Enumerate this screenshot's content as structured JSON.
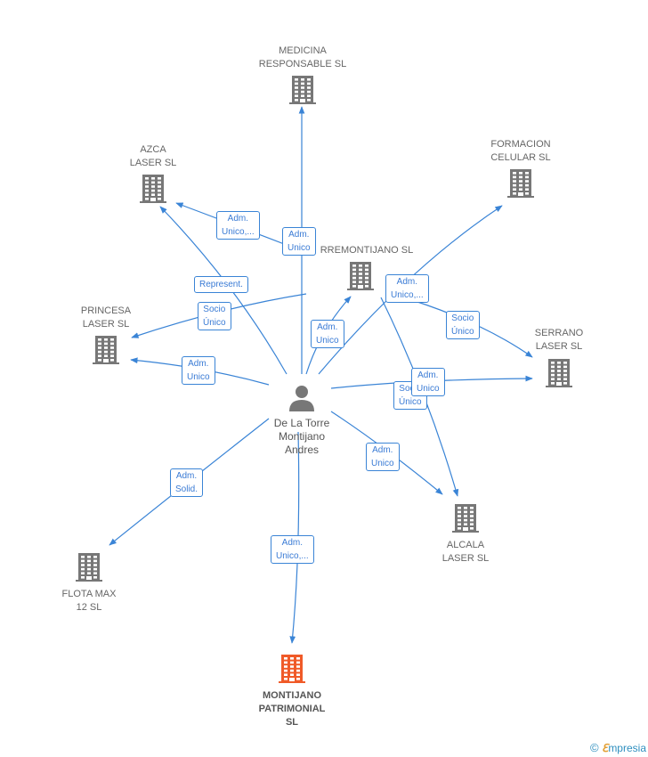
{
  "person": {
    "name_lines": [
      "De La Torre",
      "Montijano",
      "Andres"
    ]
  },
  "companies": [
    {
      "id": "medicina",
      "lines": [
        "MEDICINA",
        "RESPONSABLE SL"
      ],
      "highlight": false
    },
    {
      "id": "azca",
      "lines": [
        "AZCA",
        "LASER  SL"
      ],
      "highlight": false
    },
    {
      "id": "formacion",
      "lines": [
        "FORMACION",
        "CELULAR SL"
      ],
      "highlight": false
    },
    {
      "id": "torremontijano",
      "lines": [
        "RREMONTIJANO SL"
      ],
      "highlight": false
    },
    {
      "id": "princesa",
      "lines": [
        "PRINCESA",
        "LASER  SL"
      ],
      "highlight": false
    },
    {
      "id": "serrano",
      "lines": [
        "SERRANO",
        "LASER  SL"
      ],
      "highlight": false
    },
    {
      "id": "alcala",
      "lines": [
        "ALCALA",
        "LASER  SL"
      ],
      "highlight": false
    },
    {
      "id": "flota",
      "lines": [
        "FLOTA MAX",
        "12  SL"
      ],
      "highlight": false
    },
    {
      "id": "montijano",
      "lines": [
        "MONTIJANO",
        "PATRIMONIAL",
        "SL"
      ],
      "highlight": true
    }
  ],
  "relations": [
    {
      "id": "r1",
      "lines": [
        "Adm.",
        "Unico,..."
      ],
      "target": "azca"
    },
    {
      "id": "r2",
      "lines": [
        "Adm.",
        "Unico"
      ],
      "target": "medicina"
    },
    {
      "id": "r3",
      "lines": [
        "Represent."
      ],
      "target": "azca"
    },
    {
      "id": "r4",
      "lines": [
        "Socio",
        "Único"
      ],
      "target": "princesa"
    },
    {
      "id": "r5",
      "lines": [
        "Adm.",
        "Unico,..."
      ],
      "target": "formacion"
    },
    {
      "id": "r6",
      "lines": [
        "Socio",
        "Único"
      ],
      "target": "serrano"
    },
    {
      "id": "r7",
      "lines": [
        "Adm.",
        "Unico"
      ],
      "target": "torremontijano"
    },
    {
      "id": "r8",
      "lines": [
        "Adm.",
        "Unico"
      ],
      "target": "princesa"
    },
    {
      "id": "r9",
      "lines": [
        "Socio",
        "Único"
      ],
      "target": "alcala"
    },
    {
      "id": "r10",
      "lines": [
        "Adm.",
        "Unico"
      ],
      "target": "serrano"
    },
    {
      "id": "r11",
      "lines": [
        "Adm.",
        "Unico"
      ],
      "target": "alcala"
    },
    {
      "id": "r12",
      "lines": [
        "Adm.",
        "Solid."
      ],
      "target": "flota"
    },
    {
      "id": "r13",
      "lines": [
        "Adm.",
        "Unico,..."
      ],
      "target": "montijano"
    }
  ],
  "colors": {
    "edge": "#3a84d6",
    "building": "#777777",
    "highlight": "#f05a28",
    "person": "#777777"
  },
  "branding": {
    "copyright": "©",
    "initial": "ℇ",
    "rest": "mpresia"
  }
}
